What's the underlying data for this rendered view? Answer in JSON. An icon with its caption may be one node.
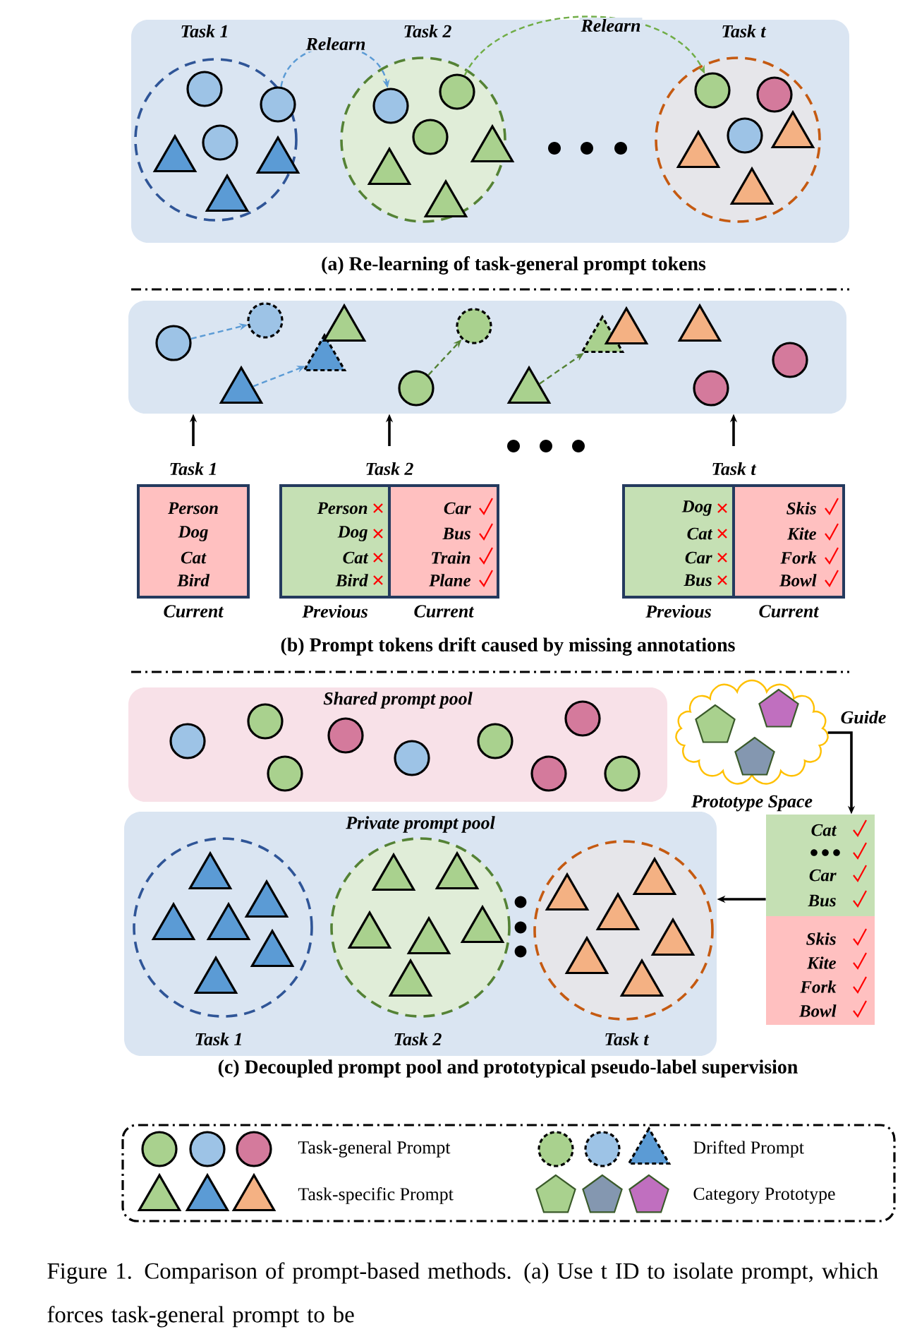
{
  "diagram": {
    "caption": "Figure 1. Comparison of prompt-based methods. (a) Use t ID to isolate prompt, which forces task-general prompt to be",
    "nodes": [
      {
        "text": [],
        "shape": "box"
      },
      {
        "text": [
          "Task 1"
        ],
        "in": 0
      },
      {
        "text": [],
        "shape": "circle",
        "in": 1
      },
      {
        "text": [],
        "shape": "circle",
        "in": 1
      },
      {
        "text": [],
        "shape": "circle",
        "in": 1
      },
      {
        "text": [],
        "shape": "triangle",
        "in": 1
      },
      {
        "text": [],
        "shape": "triangle",
        "in": 1
      },
      {
        "text": [],
        "shape": "triangle",
        "in": 1
      },
      {
        "text": [
          "Task 2"
        ],
        "in": 0
      },
      {
        "text": [],
        "shape": "circle",
        "in": 8
      },
      {
        "text": [],
        "shape": "circle",
        "in": 8
      },
      {
        "text": [],
        "shape": "circle",
        "in": 8
      },
      {
        "text": [],
        "shape": "triangle",
        "in": 8
      },
      {
        "text": [],
        "shape": "triangle",
        "in": 8
      },
      {
        "text": [],
        "shape": "triangle",
        "in": 8
      },
      {
        "text": [
          "Task t"
        ],
        "in": 0
      },
      {
        "text": [],
        "shape": "circle",
        "in": 15
      },
      {
        "text": [],
        "shape": "circle",
        "in": 15
      },
      {
        "text": [],
        "shape": "circle",
        "in": 15
      },
      {
        "text": [],
        "shape": "triangle",
        "in": 15
      },
      {
        "text": [],
        "shape": "triangle",
        "in": 15
      },
      {
        "text": [],
        "shape": "triangle",
        "in": 15
      },
      {
        "text": [],
        "shape": "box"
      },
      {
        "text": [],
        "shape": "circle",
        "in": 22
      },
      {
        "text": [],
        "shape": "circle",
        "in": 22
      },
      {
        "text": [],
        "shape": "triangle",
        "in": 22
      },
      {
        "text": [],
        "shape": "triangle",
        "in": 22
      },
      {
        "text": [],
        "shape": "triangle",
        "in": 22
      },
      {
        "text": [],
        "shape": "circle",
        "in": 22
      },
      {
        "text": [],
        "shape": "circle",
        "in": 22
      },
      {
        "text": [],
        "shape": "triangle",
        "in": 22
      },
      {
        "text": [],
        "shape": "triangle",
        "in": 22
      },
      {
        "text": [],
        "shape": "triangle",
        "in": 22
      },
      {
        "text": [],
        "shape": "triangle",
        "in": 22
      },
      {
        "text": [],
        "shape": "circle",
        "in": 22
      },
      {
        "text": [],
        "shape": "circle",
        "in": 22
      },
      {
        "text": [
          "Task 1",
          "Person",
          "Dog",
          "Cat",
          "Bird",
          "Current"
        ]
      },
      {
        "text": [
          "Task 2"
        ]
      },
      {
        "text": [
          "Person",
          "Dog",
          "Cat",
          "Bird",
          "Previous"
        ],
        "in": 37
      },
      {
        "text": [
          "Car",
          "Bus",
          "Train",
          "Plane",
          "Current"
        ],
        "in": 37
      },
      {
        "text": [
          "Task t"
        ]
      },
      {
        "text": [
          "Dog",
          "Cat",
          "Car",
          "Bus",
          "Previous"
        ],
        "in": 40
      },
      {
        "text": [
          "Skis",
          "Kite",
          "Fork",
          "Bowl",
          "Current"
        ],
        "in": 40
      },
      {
        "text": [
          "Shared prompt pool"
        ]
      },
      {
        "text": [],
        "shape": "circle",
        "in": 43
      },
      {
        "text": [],
        "shape": "circle",
        "in": 43
      },
      {
        "text": [],
        "shape": "circle",
        "in": 43
      },
      {
        "text": [],
        "shape": "circle",
        "in": 43
      },
      {
        "text": [],
        "shape": "circle",
        "in": 43
      },
      {
        "text": [],
        "shape": "circle",
        "in": 43
      },
      {
        "text": [],
        "shape": "circle",
        "in": 43
      },
      {
        "text": [],
        "shape": "circle",
        "in": 43
      },
      {
        "text": [],
        "shape": "circle",
        "in": 43
      },
      {
        "text": [
          "Prototype Space"
        ]
      },
      {
        "text": [],
        "shape": "pentagon",
        "in": 53
      },
      {
        "text": [],
        "shape": "pentagon",
        "in": 53
      },
      {
        "text": [],
        "shape": "pentagon",
        "in": 53
      },
      {
        "text": [
          "Cat",
          "Car",
          "Bus"
        ]
      },
      {
        "text": [
          "Skis",
          "Kite",
          "Fork",
          "Bowl"
        ]
      },
      {
        "text": [
          "Private prompt pool"
        ]
      },
      {
        "text": [
          "Task 1"
        ],
        "in": 59
      },
      {
        "text": [],
        "shape": "triangle",
        "in": 60
      },
      {
        "text": [],
        "shape": "triangle",
        "in": 60
      },
      {
        "text": [],
        "shape": "triangle",
        "in": 60
      },
      {
        "text": [],
        "shape": "triangle",
        "in": 60
      },
      {
        "text": [],
        "shape": "triangle",
        "in": 60
      },
      {
        "text": [],
        "shape": "triangle",
        "in": 60
      },
      {
        "text": [
          "Task 2"
        ],
        "in": 59
      },
      {
        "text": [],
        "shape": "triangle",
        "in": 67
      },
      {
        "text": [],
        "shape": "triangle",
        "in": 67
      },
      {
        "text": [],
        "shape": "triangle",
        "in": 67
      },
      {
        "text": [],
        "shape": "triangle",
        "in": 67
      },
      {
        "text": [],
        "shape": "triangle",
        "in": 67
      },
      {
        "text": [],
        "shape": "triangle",
        "in": 67
      },
      {
        "text": [
          "Task t"
        ],
        "in": 59
      },
      {
        "text": [],
        "shape": "triangle",
        "in": 74
      },
      {
        "text": [],
        "shape": "triangle",
        "in": 74
      },
      {
        "text": [],
        "shape": "triangle",
        "in": 74
      },
      {
        "text": [],
        "shape": "triangle",
        "in": 74
      },
      {
        "text": [],
        "shape": "triangle",
        "in": 74
      },
      {
        "text": [],
        "shape": "triangle",
        "in": 74
      }
    ],
    "edges": [
      {
        "from": 3,
        "to": 9,
        "arrow": "to",
        "label": "Relearn",
        "style": "dashed",
        "color": "#5b9bd5"
      },
      {
        "from": 10,
        "to": 16,
        "arrow": "to",
        "label": "Relearn",
        "style": "dashed",
        "color": "#70ad47"
      },
      {
        "from": 23,
        "to": 24,
        "arrow": "to",
        "style": "dashed",
        "color": "#5b9bd5"
      },
      {
        "from": 25,
        "to": 26,
        "arrow": "to",
        "style": "dashed",
        "color": "#5b9bd5"
      },
      {
        "from": 28,
        "to": 29,
        "arrow": "to",
        "style": "dashed",
        "color": "#548235"
      },
      {
        "from": 30,
        "to": 31,
        "arrow": "to",
        "style": "dashed",
        "color": "#548235"
      },
      {
        "from": 36,
        "to": 22,
        "arrow": "to"
      },
      {
        "from": 37,
        "to": 22,
        "arrow": "to"
      },
      {
        "from": 40,
        "to": 22,
        "arrow": "to"
      },
      {
        "from": 53,
        "to": 57,
        "arrow": "to",
        "label": "Guide"
      },
      {
        "from": 57,
        "to": 59,
        "arrow": "to"
      }
    ],
    "labels": [
      "(a) Re-learning of task-general prompt tokens",
      "(b) Prompt tokens drift caused by missing annotations",
      "(c) Decoupled prompt pool and prototypical pseudo-label supervision"
    ],
    "legend": [
      {
        "text": "Task-general Prompt"
      },
      {
        "text": "Drifted Prompt"
      },
      {
        "text": "Task-specific Prompt"
      },
      {
        "text": "Category Prototype"
      }
    ]
  }
}
